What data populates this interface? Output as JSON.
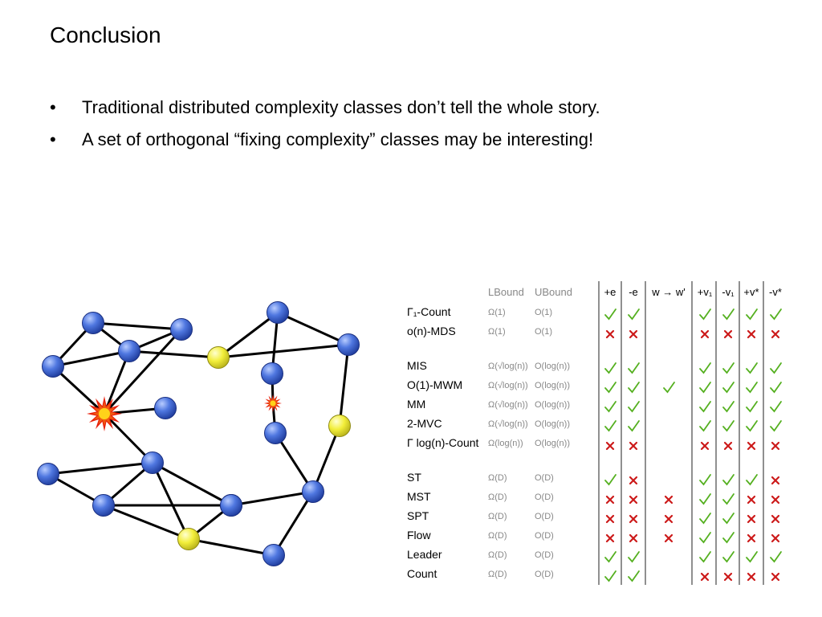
{
  "slide": {
    "title": "Conclusion",
    "bullets": [
      "Traditional distributed complexity classes don’t tell the whole story.",
      "A set of orthogonal “fixing complexity” classes may be interesting!"
    ]
  },
  "graph": {
    "node_color": "#3a5fd0",
    "highlight_color": "#e9e226",
    "explosion_color": "#f05a10",
    "edge_color": "#000000",
    "nodes": [
      {
        "id": "A",
        "kind": "blue"
      },
      {
        "id": "B",
        "kind": "blue"
      },
      {
        "id": "C",
        "kind": "blue"
      },
      {
        "id": "D",
        "kind": "blue"
      },
      {
        "id": "E",
        "kind": "yellow"
      },
      {
        "id": "F",
        "kind": "blue"
      },
      {
        "id": "G",
        "kind": "blue"
      },
      {
        "id": "H",
        "kind": "blue"
      },
      {
        "id": "I",
        "kind": "explosion"
      },
      {
        "id": "J",
        "kind": "blue"
      },
      {
        "id": "K",
        "kind": "explosion"
      },
      {
        "id": "L",
        "kind": "blue"
      },
      {
        "id": "M",
        "kind": "yellow"
      },
      {
        "id": "N",
        "kind": "blue"
      },
      {
        "id": "O",
        "kind": "blue"
      },
      {
        "id": "P",
        "kind": "blue"
      },
      {
        "id": "Q",
        "kind": "blue"
      },
      {
        "id": "R",
        "kind": "blue"
      },
      {
        "id": "S",
        "kind": "yellow"
      },
      {
        "id": "T",
        "kind": "blue"
      }
    ],
    "edges": [
      [
        "A",
        "B"
      ],
      [
        "A",
        "C"
      ],
      [
        "A",
        "I"
      ],
      [
        "B",
        "C"
      ],
      [
        "B",
        "D"
      ],
      [
        "C",
        "D"
      ],
      [
        "C",
        "E"
      ],
      [
        "C",
        "I"
      ],
      [
        "D",
        "I"
      ],
      [
        "I",
        "J"
      ],
      [
        "I",
        "N"
      ],
      [
        "E",
        "F"
      ],
      [
        "E",
        "G"
      ],
      [
        "F",
        "G"
      ],
      [
        "F",
        "H"
      ],
      [
        "G",
        "M"
      ],
      [
        "M",
        "Q"
      ],
      [
        "H",
        "K"
      ],
      [
        "K",
        "L"
      ],
      [
        "O",
        "N"
      ],
      [
        "O",
        "P"
      ],
      [
        "N",
        "P"
      ],
      [
        "N",
        "S"
      ],
      [
        "P",
        "S"
      ],
      [
        "P",
        "Q"
      ],
      [
        "Q",
        "L"
      ],
      [
        "Q",
        "T"
      ],
      [
        "S",
        "T"
      ]
    ]
  },
  "table": {
    "headers": {
      "lbound": "LBound",
      "ubound": "UBound",
      "cols": [
        "+e",
        "-e",
        "w → w'",
        "+v₁",
        "-v₁",
        "+v*",
        "-v*"
      ]
    },
    "check_color": "#55b020",
    "cross_color": "#cc1a1a",
    "groups": [
      {
        "rows": [
          {
            "name": "Γ₁-Count",
            "lb": "Ω(1)",
            "ub": "O(1)",
            "marks": [
              "y",
              "y",
              "",
              "y",
              "y",
              "y",
              "y"
            ]
          },
          {
            "name": "o(n)-MDS",
            "lb": "Ω(1)",
            "ub": "O(1)",
            "marks": [
              "n",
              "n",
              "",
              "n",
              "n",
              "n",
              "n"
            ]
          }
        ]
      },
      {
        "rows": [
          {
            "name": "MIS",
            "lb": "Ω(√log(n))",
            "ub": "O(log(n))",
            "marks": [
              "y",
              "y",
              "",
              "y",
              "y",
              "y",
              "y"
            ]
          },
          {
            "name": "O(1)-MWM",
            "lb": "Ω(√log(n))",
            "ub": "O(log(n))",
            "marks": [
              "y",
              "y",
              "y",
              "y",
              "y",
              "y",
              "y"
            ]
          },
          {
            "name": "MM",
            "lb": "Ω(√log(n))",
            "ub": "O(log(n))",
            "marks": [
              "y",
              "y",
              "",
              "y",
              "y",
              "y",
              "y"
            ]
          },
          {
            "name": "2-MVC",
            "lb": "Ω(√log(n))",
            "ub": "O(log(n))",
            "marks": [
              "y",
              "y",
              "",
              "y",
              "y",
              "y",
              "y"
            ]
          },
          {
            "name": "Γ log(n)-Count",
            "lb": "Ω(log(n))",
            "ub": "O(log(n))",
            "marks": [
              "n",
              "n",
              "",
              "n",
              "n",
              "n",
              "n"
            ]
          }
        ]
      },
      {
        "rows": [
          {
            "name": "ST",
            "lb": "Ω(D)",
            "ub": "O(D)",
            "marks": [
              "y",
              "n",
              "",
              "y",
              "y",
              "y",
              "n"
            ]
          },
          {
            "name": "MST",
            "lb": "Ω(D)",
            "ub": "O(D)",
            "marks": [
              "n",
              "n",
              "n",
              "y",
              "y",
              "n",
              "n"
            ]
          },
          {
            "name": "SPT",
            "lb": "Ω(D)",
            "ub": "O(D)",
            "marks": [
              "n",
              "n",
              "n",
              "y",
              "y",
              "n",
              "n"
            ]
          },
          {
            "name": "Flow",
            "lb": "Ω(D)",
            "ub": "O(D)",
            "marks": [
              "n",
              "n",
              "n",
              "y",
              "y",
              "n",
              "n"
            ]
          },
          {
            "name": "Leader",
            "lb": "Ω(D)",
            "ub": "O(D)",
            "marks": [
              "y",
              "y",
              "",
              "y",
              "y",
              "y",
              "y"
            ]
          },
          {
            "name": "Count",
            "lb": "Ω(D)",
            "ub": "O(D)",
            "marks": [
              "y",
              "y",
              "",
              "n",
              "n",
              "n",
              "n"
            ]
          }
        ]
      }
    ]
  }
}
